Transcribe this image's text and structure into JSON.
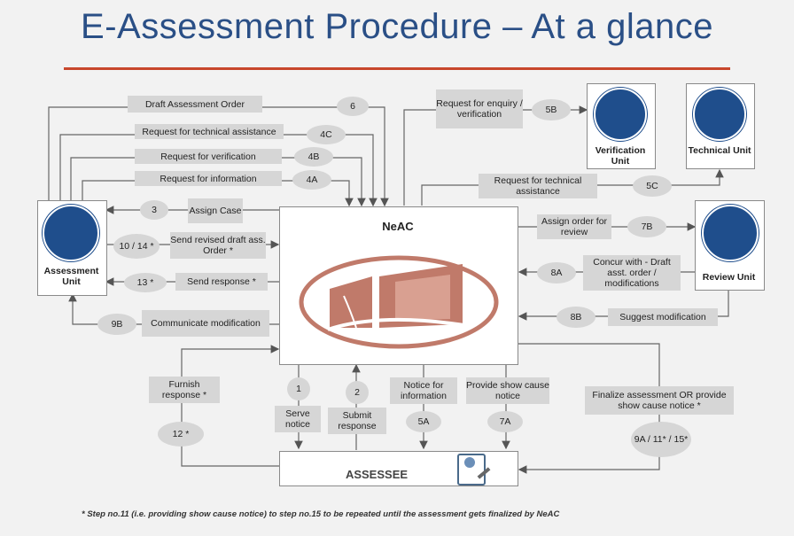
{
  "title": "E-Assessment Procedure – At a glance",
  "nodes": {
    "neac": "NeAC",
    "assessee": "ASSESSEE",
    "assessment_unit": "Assessment Unit",
    "verification_unit": "Verification Unit",
    "technical_unit": "Technical Unit",
    "review_unit": "Review Unit"
  },
  "labels": {
    "draft_order": "Draft Assessment Order",
    "req_tech": "Request for technical assistance",
    "req_verif": "Request for verification",
    "req_info": "Request for information",
    "assign_case": "Assign Case",
    "send_revised": "Send revised draft ass. Order *",
    "send_response": "Send response *",
    "communicate_mod": "Communicate modification",
    "req_enquiry": "Request for enquiry / verification",
    "req_tech2": "Request for technical assistance",
    "assign_review": "Assign order for review",
    "concur": "Concur with - Draft asst. order / modifications",
    "suggest_mod": "Suggest modification",
    "furnish": "Furnish response *",
    "serve": "Serve notice",
    "submit": "Submit response",
    "notice_info": "Notice for information",
    "show_cause": "Provide show cause notice",
    "finalize": "Finalize assessment OR provide show cause notice *"
  },
  "steps": {
    "s6": "6",
    "s4c": "4C",
    "s4b": "4B",
    "s4a": "4A",
    "s3": "3",
    "s10": "10 / 14 *",
    "s13": "13 *",
    "s9b": "9B",
    "s5b": "5B",
    "s5c": "5C",
    "s7b": "7B",
    "s8a": "8A",
    "s8b": "8B",
    "s12": "12 *",
    "s1": "1",
    "s2": "2",
    "s5a": "5A",
    "s7a": "7A",
    "s9a": "9A / 11* / 15*"
  },
  "footnote": "* Step no.11 (i.e. providing show cause notice) to step no.15 to be repeated until the assessment gets finalized by NeAC",
  "colors": {
    "title": "#2a4f86",
    "rule": "#c8472c",
    "logo": "#c07a6a",
    "unit_icon": "#1f4e8c",
    "label_bg": "#d6d6d6"
  }
}
